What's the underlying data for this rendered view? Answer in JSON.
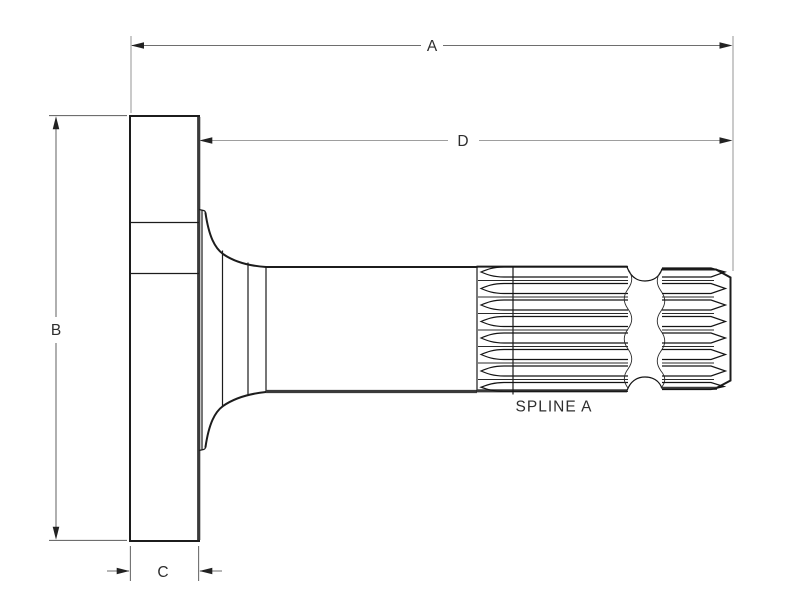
{
  "drawing": {
    "labels": {
      "dim_a": "A",
      "dim_b": "B",
      "dim_c": "C",
      "dim_d": "D",
      "spline_note": "SPLINE A"
    },
    "colors": {
      "background": "#ffffff",
      "part_outline": "#1c1c1c",
      "shadow_edge": "#3a3a3a",
      "dimension_line": "#6e6e6e",
      "dimension_line_light": "#9e9e9e",
      "label_text": "#2e2e2e"
    }
  }
}
